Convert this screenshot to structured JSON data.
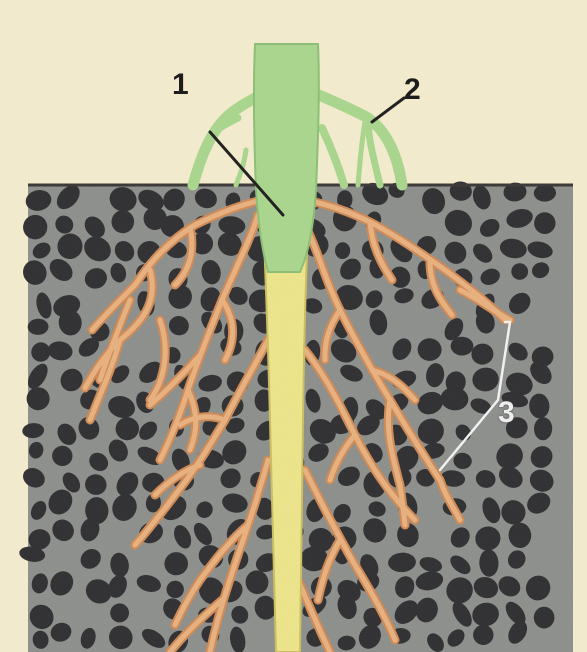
{
  "labels": {
    "one": "1",
    "two": "2",
    "three": "3"
  },
  "colors": {
    "paper": "#f4eccd",
    "soil": "#8c8f8b",
    "soil_particle": "#2f2f31",
    "stem_green": "#a9d68d",
    "taproot_yellow": "#ede58a",
    "lateral_root": "#e8b07e",
    "root_outline": "#cf8a55",
    "leader_line": "#1e1e1e",
    "leader_line_light": "#f2f2f2"
  }
}
